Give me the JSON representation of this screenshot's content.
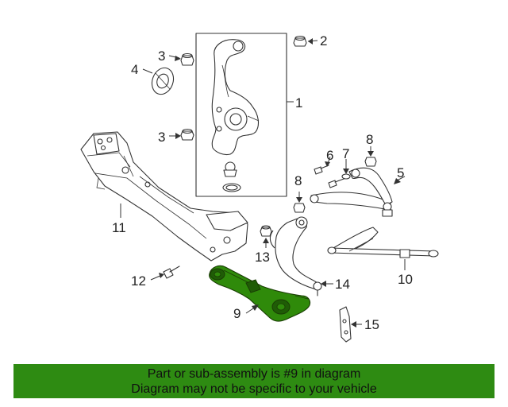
{
  "callouts": {
    "c1": "1",
    "c2": "2",
    "c3a": "3",
    "c3b": "3",
    "c4": "4",
    "c5": "5",
    "c6": "6",
    "c7": "7",
    "c8a": "8",
    "c8b": "8",
    "c9": "9",
    "c10": "10",
    "c11": "11",
    "c12": "12",
    "c13": "13",
    "c14": "14",
    "c15": "15"
  },
  "highlighted_part": "9",
  "colors": {
    "highlight": "#2f8a0a",
    "banner": "#2e8b12",
    "line": "#333333"
  },
  "banner": {
    "line1": "Part or sub-assembly is #9 in diagram",
    "line2": "Diagram may not be specific to your vehicle"
  }
}
